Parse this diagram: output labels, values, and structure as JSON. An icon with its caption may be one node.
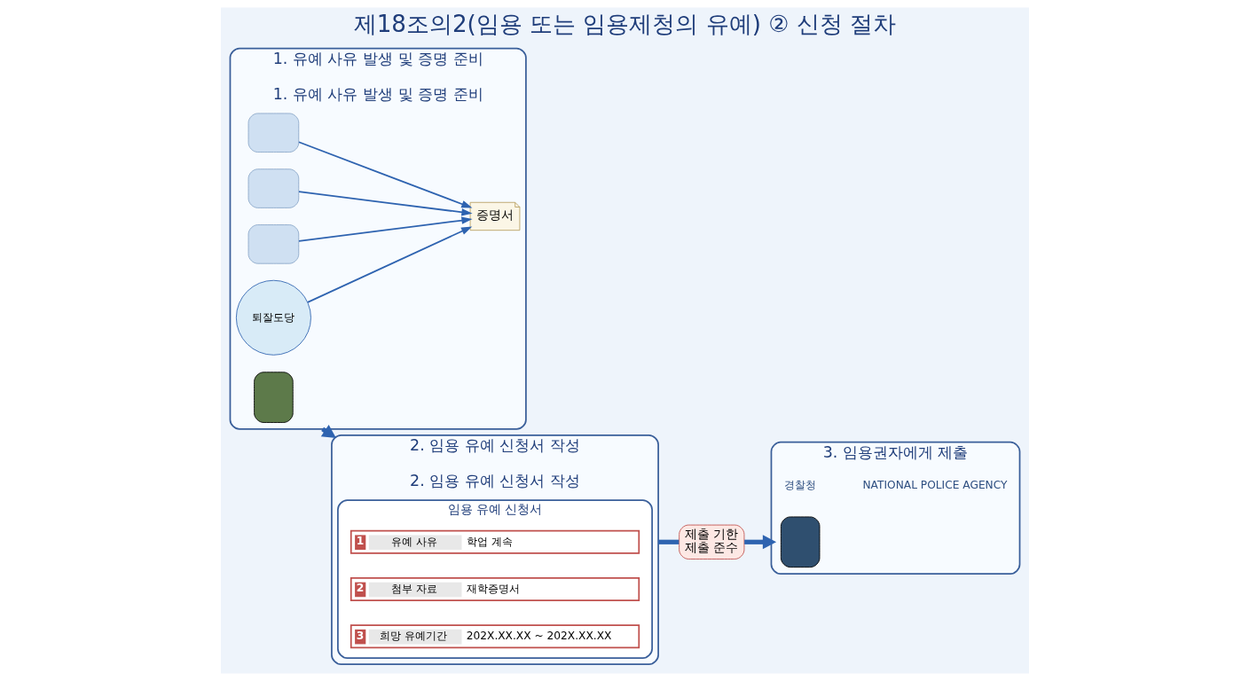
{
  "diagram": {
    "title": "제18조의2(임용 또는 임용제청의 유예) ② 신청 절차",
    "nodes": [
      {
        "text": [
          "1. 유예 사유 발생 및 증명 준비",
          "1. 유예 사유 발생 및 증명 준비"
        ]
      },
      {
        "text": [],
        "shape": "person",
        "in": 0
      },
      {
        "text": [],
        "shape": "box",
        "in": 0
      },
      {
        "text": [],
        "shape": "box",
        "in": 0
      },
      {
        "text": [],
        "shape": "box",
        "in": 0
      },
      {
        "text": [
          "퇴잘도당"
        ],
        "in": 0
      },
      {
        "text": [
          "증명서"
        ],
        "in": 0
      },
      {
        "text": [
          "2. 임용 유예 신청서 작성",
          "2. 임용 유예 신청서 작성"
        ]
      },
      {
        "text": [
          "임용 유예 신청서"
        ],
        "in": 7
      },
      {
        "text": [
          "1",
          "유예 사유",
          "학업 계속"
        ],
        "in": 8
      },
      {
        "text": [
          "2",
          "첨부 자료",
          "재학증명서"
        ],
        "in": 8
      },
      {
        "text": [
          "3",
          "희망 유예기간",
          "202X.XX.XX ~ 202X.XX.XX"
        ],
        "in": 8
      },
      {
        "text": [
          "3. 임용권자에게 제출"
        ]
      },
      {
        "text": [],
        "shape": "person",
        "in": 12
      },
      {
        "text": [
          "제출 기한",
          "제출 준수"
        ]
      }
    ],
    "edges": [
      {
        "from": 2,
        "to": 6,
        "arrow": "to"
      },
      {
        "from": 3,
        "to": 6,
        "arrow": "to"
      },
      {
        "from": 4,
        "to": 6,
        "arrow": "to"
      },
      {
        "from": 5,
        "to": 6,
        "arrow": "to"
      },
      {
        "from": 0,
        "to": 7,
        "arrow": "to",
        "style": "thick"
      },
      {
        "from": 7,
        "to": 14,
        "arrow": "none",
        "style": "thick"
      },
      {
        "from": 14,
        "to": 12,
        "arrow": "to",
        "style": "thick"
      }
    ],
    "labels": [
      "경찰청",
      "NATIONAL POLICE AGENCY"
    ]
  }
}
